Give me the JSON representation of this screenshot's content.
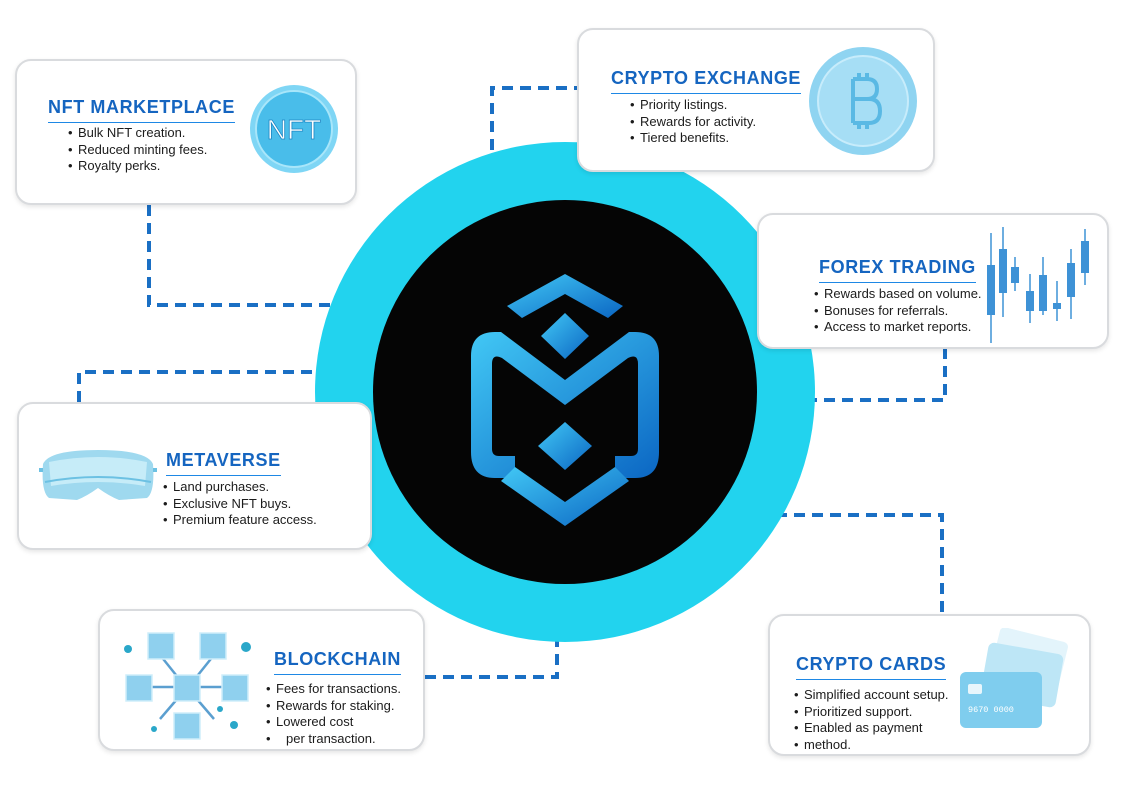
{
  "colors": {
    "accent_blue": "#1565c0",
    "connector_blue": "#1a6fc4",
    "ring_cyan": "#22d3ee",
    "hub_black": "#050505",
    "card_border": "#d9dbde"
  },
  "cards": [
    {
      "id": "nft-marketplace",
      "title": "NFT MARKETPLACE",
      "icon": "nft-coin-icon",
      "icon_text": "NFT",
      "points": [
        "Bulk NFT creation.",
        "Reduced minting fees.",
        "Royalty perks."
      ]
    },
    {
      "id": "crypto-exchange",
      "title": "CRYPTO EXCHANGE",
      "icon": "bitcoin-coin-icon",
      "points": [
        "Priority listings.",
        "Rewards for activity.",
        "Tiered benefits."
      ]
    },
    {
      "id": "forex-trading",
      "title": "FOREX TRADING",
      "icon": "candlestick-chart-icon",
      "points": [
        "Rewards based on volume.",
        "Bonuses for referrals.",
        "Access to market reports."
      ]
    },
    {
      "id": "metaverse",
      "title": "METAVERSE",
      "icon": "vr-headset-icon",
      "points": [
        "Land purchases.",
        "Exclusive NFT buys.",
        "Premium feature access."
      ]
    },
    {
      "id": "blockchain",
      "title": "BLOCKCHAIN",
      "icon": "blockchain-cubes-icon",
      "points": [
        "Fees for transactions.",
        "Rewards for staking.",
        "Lowered cost",
        "per transaction."
      ]
    },
    {
      "id": "crypto-cards",
      "title": "CRYPTO CARDS",
      "icon": "credit-cards-icon",
      "card_number": "9670 0000",
      "points": [
        "Simplified account setup.",
        "Prioritized support.",
        "Enabled as payment",
        "method."
      ]
    }
  ],
  "hub": {
    "logo": "m-logo-icon"
  }
}
